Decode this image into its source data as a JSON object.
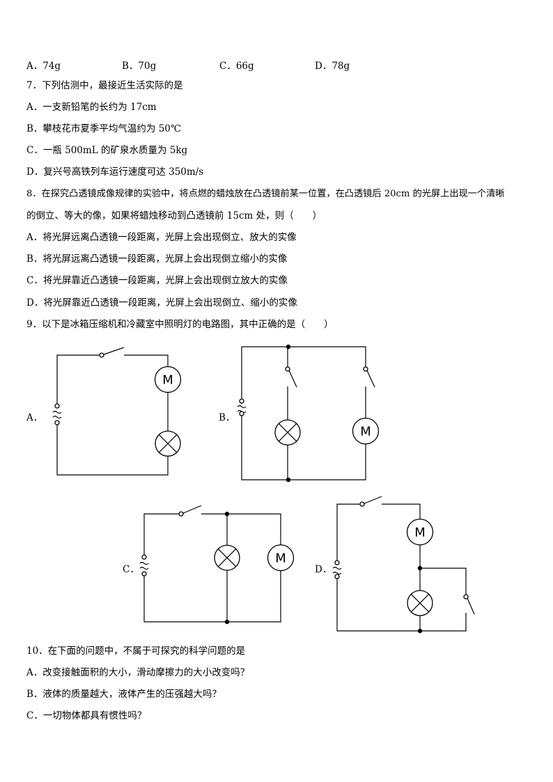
{
  "q6": {
    "options": [
      "A．74g",
      "B．70g",
      "C．66g",
      "D．78g"
    ]
  },
  "q7": {
    "stem": "7．下列估测中，最接近生活实际的是",
    "a": "A．一支新铅笔的长约为 17cm",
    "b": "B．攀枝花市夏季平均气温约为 50℃",
    "c": "C．一瓶 500mL 的矿泉水质量为 5kg",
    "d": "D．复兴号高铁列车运行速度可达 350m/s"
  },
  "q8": {
    "stem1": "8．在探究凸透镜成像规律的实验中，将点燃的蜡烛放在凸透镜前某一位置，在凸透镜后 20cm 的光屏上出现一个清晰",
    "stem2": "的倒立、等大的像，如果将蜡烛移动到凸透镜前 15cm 处，则（　　）",
    "a": "A．将光屏远离凸透镜一段距离，光屏上会出现倒立、放大的实像",
    "b": "B．将光屏远离凸透镜一段距离，光屏上会出现倒立缩小的实像",
    "c": "C．将光屏靠近凸透镜一段距离，光屏上会出现倒立放大的实像",
    "d": "D．将光屏靠近凸透镜一段距离，光屏上会出现倒立、缩小的实像"
  },
  "q9": {
    "stem": "9．以下是冰箱压缩机和冷藏室中照明灯的电路图，其中正确的是（　　）",
    "labels": {
      "a": "A．",
      "b": "B．",
      "c": "C．",
      "d": "D．"
    },
    "motor_symbol": "M"
  },
  "q10": {
    "stem": "10．在下面的问题中，不属于可探究的科学问题的是",
    "a": "A．改变接触面积的大小，滑动摩擦力的大小改变吗？",
    "b": "B．液体的质量越大，液体产生的压强越大吗？",
    "c": "C．一切物体都具有惯性吗？"
  }
}
